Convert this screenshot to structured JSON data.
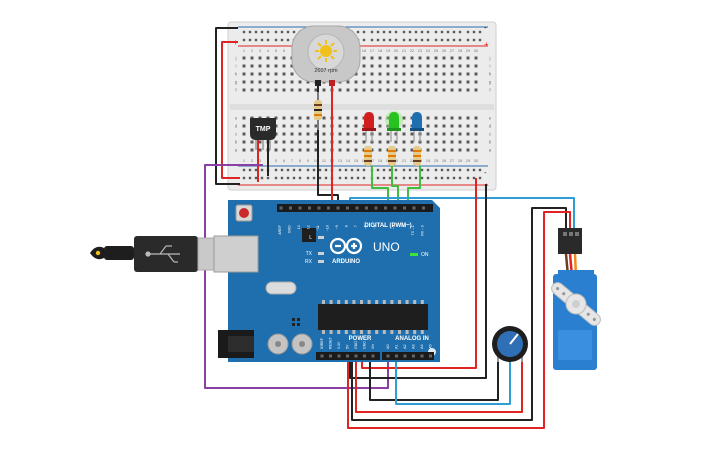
{
  "board": {
    "brand": "ARDUINO",
    "model": "UNO",
    "digital_header_label": "DIGITAL (PWM~)",
    "power_header_label": "POWER",
    "analog_header_label": "ANALOG IN",
    "on_label": "ON",
    "led_labels": {
      "l": "L",
      "tx": "TX",
      "rx": "RX"
    },
    "digital_pins": [
      "AREF",
      "GND",
      "13",
      "12",
      "~11",
      "~10",
      "~9",
      "8",
      "7",
      "~6",
      "~5",
      "4",
      "~3",
      "2",
      "TX→1",
      "RX←0"
    ],
    "power_pins": [
      "IOREF",
      "RESET",
      "3.3V",
      "5V",
      "GND",
      "GND",
      "Vin"
    ],
    "analog_pins": [
      "A0",
      "A1",
      "A2",
      "A3",
      "A4",
      "A5"
    ]
  },
  "motor": {
    "speed_label": "2607 rpm"
  },
  "sensor": {
    "label": "TMP"
  },
  "breadboard": {
    "column_numbers": [
      "1",
      "2",
      "3",
      "4",
      "5",
      "6",
      "7",
      "8",
      "9",
      "10",
      "11",
      "12",
      "13",
      "14",
      "15",
      "16",
      "17",
      "18",
      "19",
      "20",
      "21",
      "22",
      "23",
      "24",
      "25",
      "26",
      "27",
      "28",
      "29",
      "30"
    ],
    "row_letters_top": [
      "j",
      "i",
      "h",
      "g",
      "f"
    ],
    "row_letters_bottom": [
      "e",
      "d",
      "c",
      "b",
      "a"
    ],
    "rail_plus": "+",
    "rail_minus": "-"
  },
  "leds": [
    {
      "color": "#d11f1f"
    },
    {
      "color": "#27c21f"
    },
    {
      "color": "#1f6fb0"
    }
  ],
  "wire_colors": {
    "red": "#e02323",
    "black": "#222222",
    "green": "#3fbf3f",
    "blue": "#2f9ed6",
    "purple": "#8a3fa5"
  },
  "colors": {
    "board": "#1f6fae",
    "breadboard": "#ececec",
    "servo": "#2b7fd0",
    "usb": "#2a2a2a"
  }
}
